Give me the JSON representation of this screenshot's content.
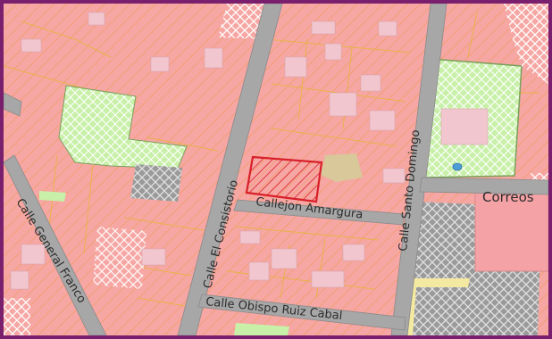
{
  "map": {
    "frame_color": "#7a1f6e",
    "colors": {
      "urban_fill": "#f6a6a3",
      "hatch": "#ee9a4a",
      "block_border": "#e8b24a",
      "road": "#a7a7a7",
      "road_edge": "#8a8a8a",
      "building": "#f2c6cf",
      "building_light": "#f7dde2",
      "green": "#c8f0a8",
      "green_border": "#7aa05a",
      "grey_lot": "#9a9a9a",
      "selected_parcel": "#d8202a",
      "plaza": "#f4a2a5",
      "sand": "#d8c89a",
      "yellow": "#f4e9a0"
    },
    "streets": {
      "consistorio": "Calle El Consistorio",
      "santo_domingo": "Calle Santo Domingo",
      "callejon": "Callejon Amargura",
      "general_franco": "Calle General Franco",
      "obispo": "Calle Obispo Ruiz Cabal"
    },
    "poi": {
      "correos": "Correos"
    },
    "icons": {
      "selected_parcel": "highlighted-parcel-outline",
      "pin": "blue-dot-marker"
    }
  }
}
